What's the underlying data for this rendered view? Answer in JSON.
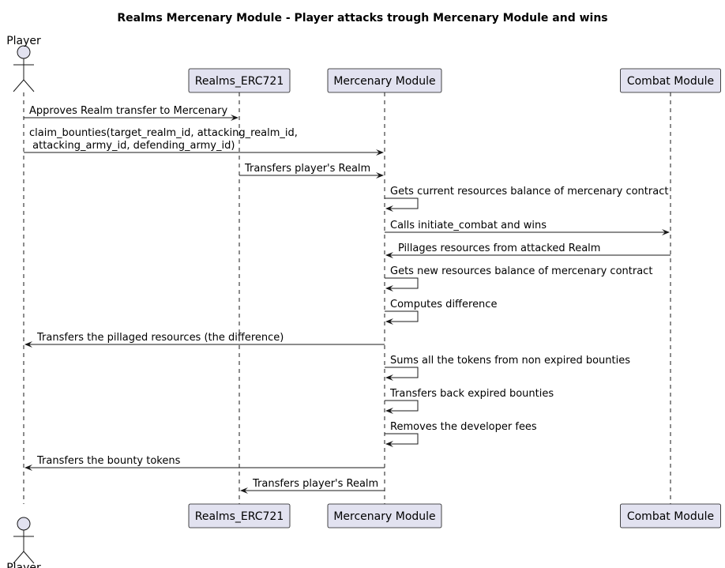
{
  "title": "Realms Mercenary Module - Player attacks trough Mercenary Module and wins",
  "participants": [
    {
      "id": "player",
      "label": "Player",
      "kind": "actor"
    },
    {
      "id": "erc721",
      "label": "Realms_ERC721",
      "kind": "participant"
    },
    {
      "id": "mercenary",
      "label": "Mercenary Module",
      "kind": "participant"
    },
    {
      "id": "combat",
      "label": "Combat Module",
      "kind": "participant"
    }
  ],
  "messages": [
    {
      "from": "player",
      "to": "erc721",
      "lines": [
        "Approves Realm transfer to Mercenary"
      ]
    },
    {
      "from": "player",
      "to": "mercenary",
      "lines": [
        "claim_bounties(target_realm_id, attacking_realm_id,",
        " attacking_army_id, defending_army_id)"
      ]
    },
    {
      "from": "erc721",
      "to": "mercenary",
      "lines": [
        "Transfers player's Realm"
      ]
    },
    {
      "from": "mercenary",
      "to": "mercenary",
      "lines": [
        "Gets current resources balance of mercenary contract"
      ]
    },
    {
      "from": "mercenary",
      "to": "combat",
      "lines": [
        "Calls initiate_combat and wins"
      ]
    },
    {
      "from": "combat",
      "to": "mercenary",
      "lines": [
        "Pillages resources from attacked Realm"
      ]
    },
    {
      "from": "mercenary",
      "to": "mercenary",
      "lines": [
        "Gets new resources balance of mercenary contract"
      ]
    },
    {
      "from": "mercenary",
      "to": "mercenary",
      "lines": [
        "Computes difference"
      ]
    },
    {
      "from": "mercenary",
      "to": "player",
      "lines": [
        "Transfers the pillaged resources (the difference)"
      ]
    },
    {
      "from": "mercenary",
      "to": "mercenary",
      "lines": [
        "Sums all the tokens from non expired bounties"
      ]
    },
    {
      "from": "mercenary",
      "to": "mercenary",
      "lines": [
        "Transfers back expired bounties"
      ]
    },
    {
      "from": "mercenary",
      "to": "mercenary",
      "lines": [
        "Removes the developer fees"
      ]
    },
    {
      "from": "mercenary",
      "to": "player",
      "lines": [
        "Transfers the bounty tokens"
      ]
    },
    {
      "from": "mercenary",
      "to": "erc721",
      "lines": [
        "Transfers player's Realm"
      ]
    }
  ]
}
